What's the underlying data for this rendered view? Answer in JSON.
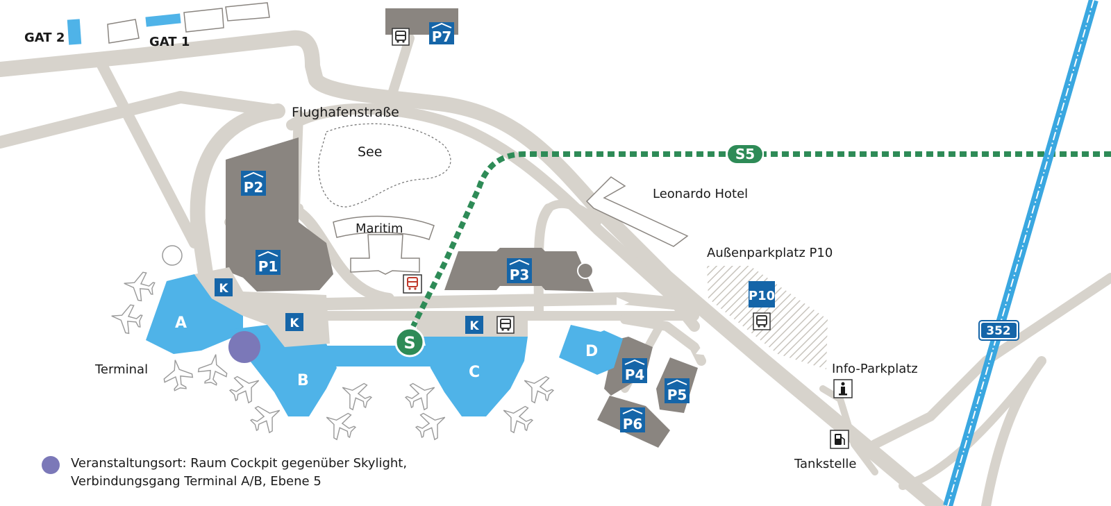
{
  "labels": {
    "gat2": "GAT 2",
    "gat1": "GAT 1",
    "flughafenstrasse": "Flughafenstraße",
    "see": "See",
    "maritim": "Maritim",
    "leonardo": "Leonardo Hotel",
    "p10_area": "Außenparkplatz P10",
    "terminal": "Terminal",
    "info_parkplatz": "Info-Parkplatz",
    "tankstelle": "Tankstelle"
  },
  "parking": {
    "p1": "P1",
    "p2": "P2",
    "p3": "P3",
    "p4": "P4",
    "p5": "P5",
    "p6": "P6",
    "p7": "P7",
    "p10": "P10"
  },
  "terminals": {
    "a": "A",
    "b": "B",
    "c": "C",
    "d": "D"
  },
  "kiss_fly": "K",
  "s_bahn": {
    "line": "S5",
    "station": "S"
  },
  "motorway": "352",
  "legend": {
    "line1": "Veranstaltungsort: Raum Cockpit gegenüber Skylight,",
    "line2": "Verbindungsgang Terminal A/B, Ebene 5"
  },
  "colors": {
    "terminal": "#4fb3e8",
    "road": "#d7d3cc",
    "building": "#8a8580",
    "parking_badge": "#1565a8",
    "s_bahn": "#2e8b57",
    "motorway": "#3aa7e0",
    "venue": "#7b78b8"
  }
}
